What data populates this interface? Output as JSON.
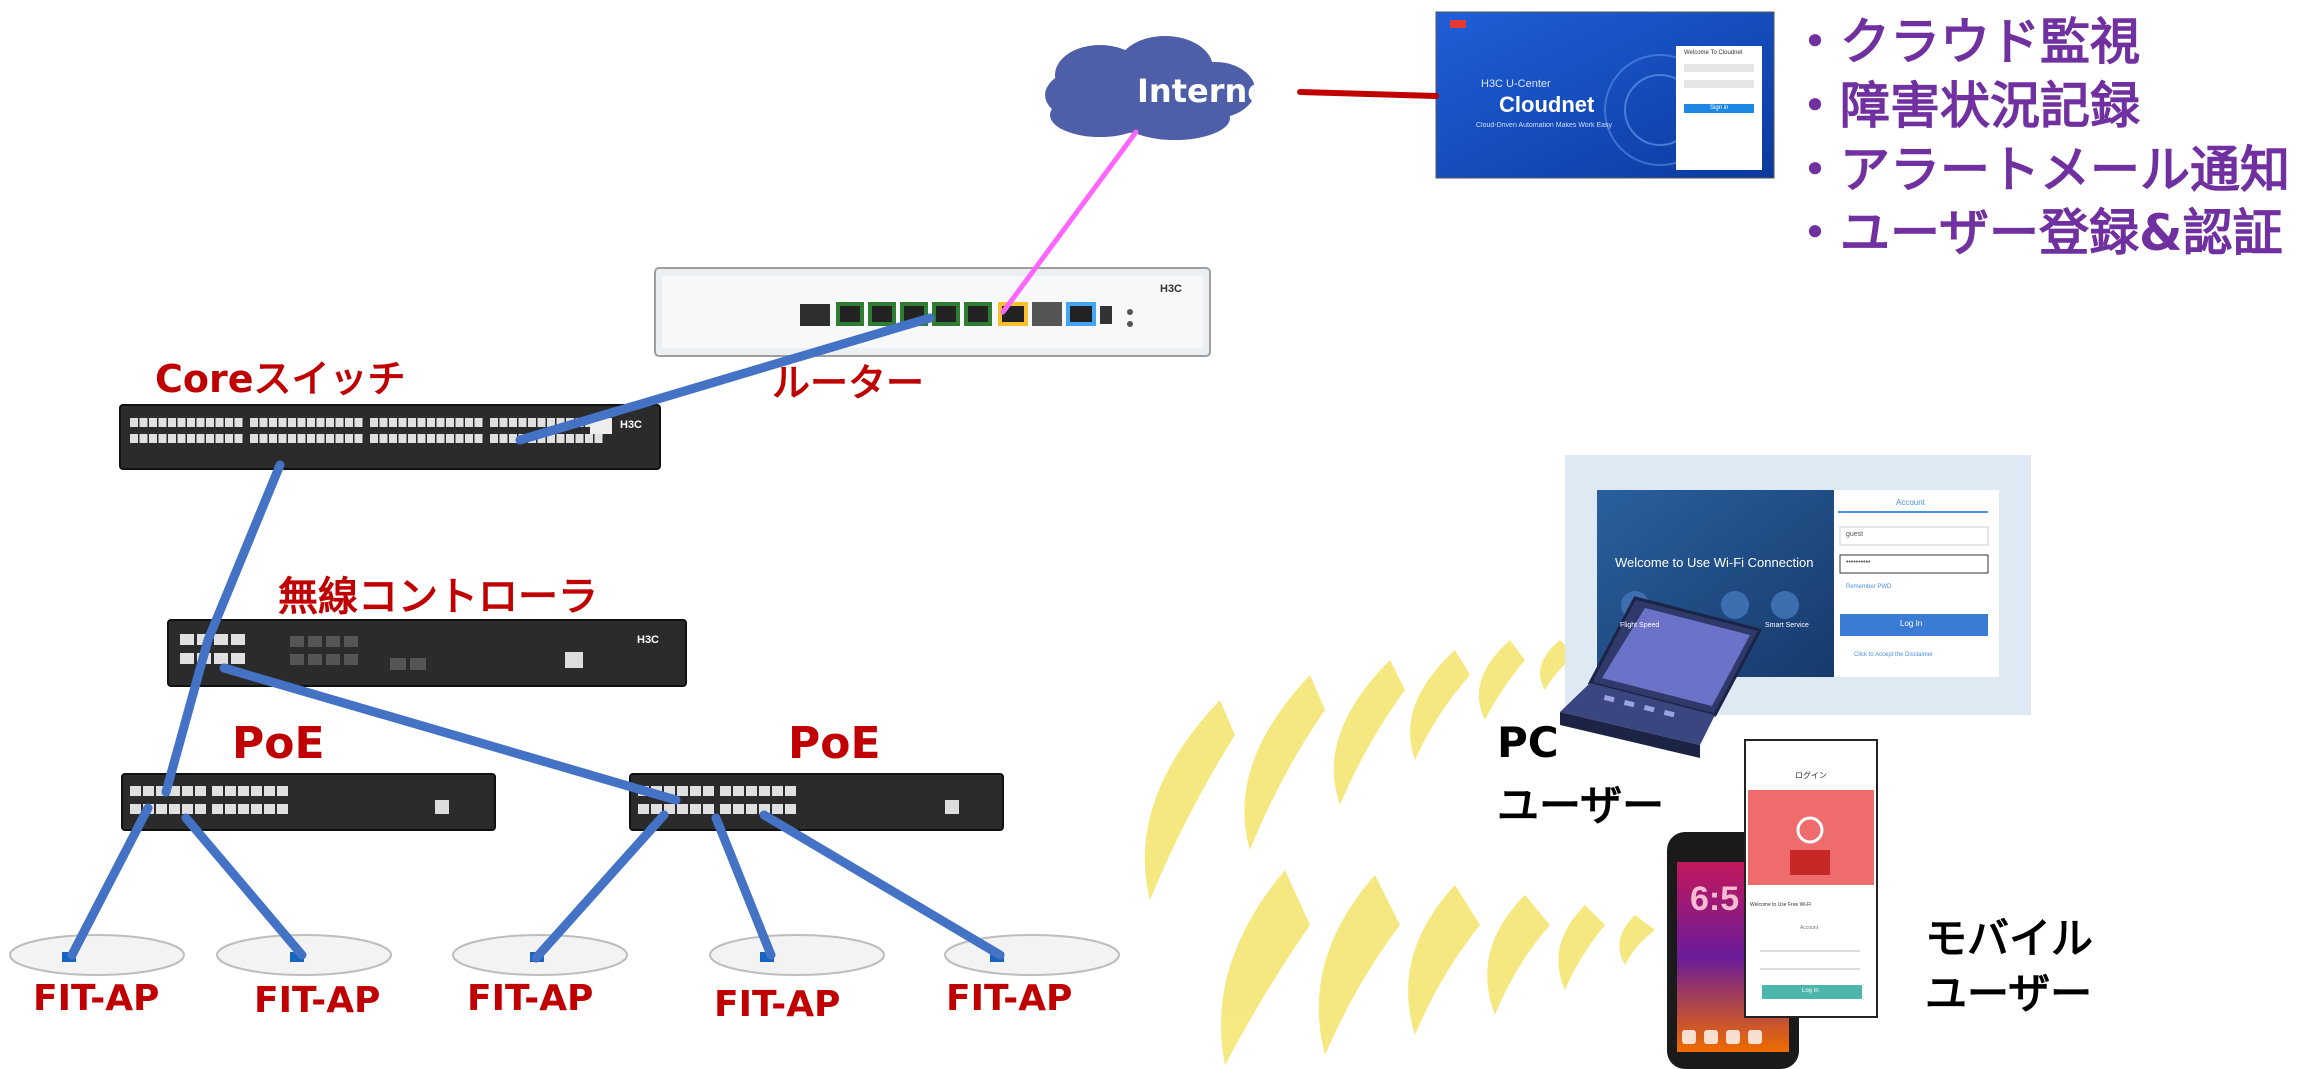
{
  "internet": {
    "label": "Internet"
  },
  "cloudnet": {
    "brand": "H3C U-Center",
    "title": "Cloudnet",
    "tagline": "Cloud-Driven Automation Makes Work Easy",
    "login_heading": "Welcome To Cloudnet",
    "sign_in": "Sign in"
  },
  "features": [
    "・クラウド監視",
    "・障害状況記録",
    "・アラートメール通知",
    "・ユーザー登録&認証"
  ],
  "devices": {
    "router": "ルーター",
    "core_switch": "Coreスイッチ",
    "wireless_controller": "無線コントローラ",
    "poe_left": "PoE",
    "poe_right": "PoE",
    "brand": "H3C"
  },
  "aps": [
    "FIT-AP",
    "FIT-AP",
    "FIT-AP",
    "FIT-AP",
    "FIT-AP"
  ],
  "users": {
    "pc_line1": "PC",
    "pc_line2": "ユーザー",
    "mobile_line1": "モバイル",
    "mobile_line2": "ユーザー"
  },
  "pc_portal": {
    "welcome": "Welcome to Use Wi-Fi Connection",
    "account_tab": "Account",
    "username": "guest",
    "password": "••••••••••",
    "remember": "Remember PWD",
    "login_button": "Log In",
    "disclaimer": "Click to Accept the Disclaimer",
    "feature1": "Flight Speed",
    "feature2": "Smart Service"
  },
  "mobile_portal": {
    "title": "ログイン",
    "welcome": "Welcome to Use Free Wi-Fi",
    "account": "Account",
    "login_button": "Log In"
  },
  "colors": {
    "label_red": "#c00000",
    "feature_purple": "#7030a0",
    "link_blue": "#4472c4",
    "link_magenta": "#ff66ff",
    "link_darkred": "#c00000",
    "cloud": "#4e5ea8",
    "wifi_waves": "#f5e56b"
  }
}
